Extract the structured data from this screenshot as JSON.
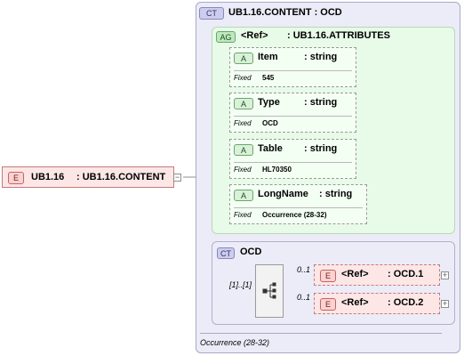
{
  "root": {
    "badge": "E",
    "name": "UB1.16",
    "type": ": UB1.16.CONTENT"
  },
  "content": {
    "badge": "CT",
    "title": "UB1.16.CONTENT : OCD",
    "footer": "Occurrence (28-32)"
  },
  "attribute_group": {
    "badge": "AG",
    "ref": "<Ref>",
    "type": ": UB1.16.ATTRIBUTES",
    "attributes": [
      {
        "badge": "A",
        "name": "Item",
        "type": ": string",
        "fixed_label": "Fixed",
        "fixed_value": "545"
      },
      {
        "badge": "A",
        "name": "Type",
        "type": ": string",
        "fixed_label": "Fixed",
        "fixed_value": "OCD"
      },
      {
        "badge": "A",
        "name": "Table",
        "type": ": string",
        "fixed_label": "Fixed",
        "fixed_value": "HL70350"
      },
      {
        "badge": "A",
        "name": "LongName",
        "type": ": string",
        "fixed_label": "Fixed",
        "fixed_value": "Occurrence (28-32)"
      }
    ]
  },
  "ocd": {
    "badge": "CT",
    "title": "OCD",
    "multiplicity": "[1]..[1]",
    "children": [
      {
        "occurrence": "0..1",
        "badge": "E",
        "ref": "<Ref>",
        "type": ": OCD.1"
      },
      {
        "occurrence": "0..1",
        "badge": "E",
        "ref": "<Ref>",
        "type": ": OCD.2"
      }
    ]
  },
  "colors": {
    "content_bg": "#ececf8",
    "attribute_group_bg": "#e8fae8",
    "element_bg": "#fde6e6"
  }
}
